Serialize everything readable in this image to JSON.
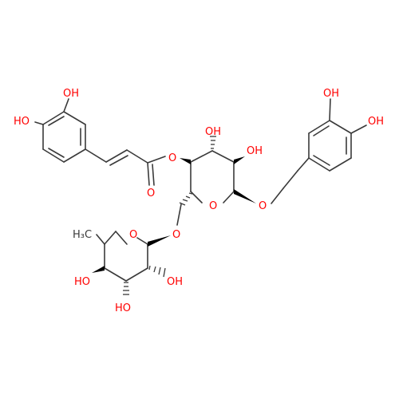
{
  "molecule": {
    "atom_labels": {
      "oh_caffeoyl_top": "OH",
      "oh_caffeoyl_left": "HO",
      "ester_o": "O",
      "carbonyl_o": "O",
      "oh_glc_3": "OH",
      "oh_glc_2": "OH",
      "ring_o_glc": "O",
      "glycosidic_o_right": "O",
      "oh_catechol_top": "OH",
      "oh_catechol_right": "OH",
      "glycosidic_o_rha": "O",
      "methyl_rha": "H₃C",
      "ring_o_rha": "O",
      "oh_rha_left": "HO",
      "oh_rha_right": "OH",
      "oh_rha_bottom": "HO"
    },
    "colors": {
      "oxygen": "#ff0000",
      "carbon": "#3a3a3a",
      "bond": "#3a3a3a"
    }
  }
}
